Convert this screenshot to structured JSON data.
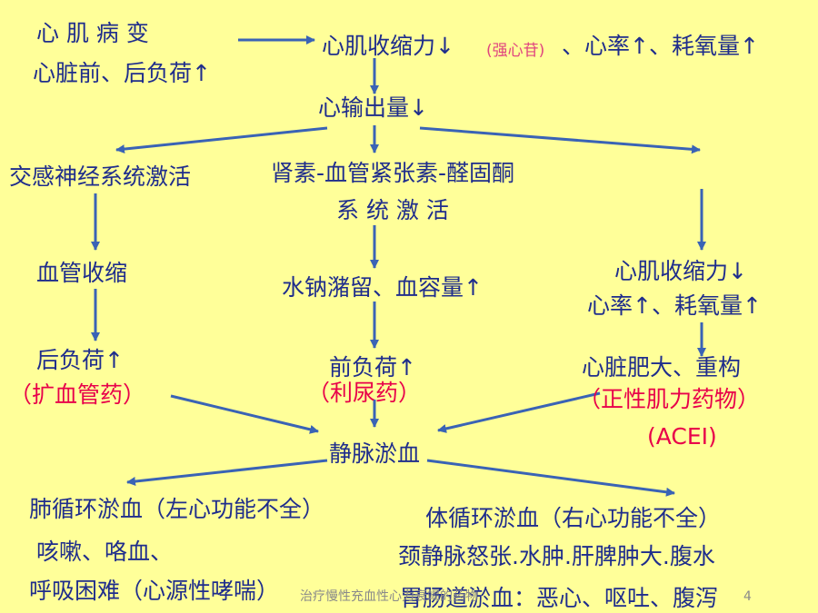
{
  "nodes": {
    "n_cardiomyopathy": "心 肌 病 变",
    "n_preload_afterload": "心脏前、后负荷↑",
    "n_contractility_head": "心肌收缩力↓",
    "n_digoxin": "(强心苷)",
    "n_hr_o2": "、心率↑、耗氧量↑",
    "n_output": "心输出量↓",
    "n_sympathetic": "交感神经系统激活",
    "n_raas_1": "肾素-血管紧张素-醛固酮",
    "n_raas_2": "系 统 激 活",
    "n_vasoconstriction": "血管收缩",
    "n_water_na": "水钠潴留、血容量↑",
    "n_contractility_right": "心肌收缩力↓",
    "n_hr_o2_right": "心率↑、耗氧量↑",
    "n_afterload": "后负荷↑",
    "n_vasodilator": "（扩血管药）",
    "n_preload": "前负荷↑",
    "n_diuretic": "（利尿药）",
    "n_hypertrophy": "心脏肥大、重构",
    "n_inotropic": "（正性肌力药物）",
    "n_acei": "(ACEI)",
    "n_congestion": "静脉淤血",
    "n_pulmonary": "肺循环淤血（左心功能不全）",
    "n_cough": "咳嗽、咯血、",
    "n_dyspnea": "呼吸困难（心源性哮喘）",
    "n_systemic": "体循环淤血（右心功能不全）",
    "n_neck_vein": "颈静脉怒张.水肿.肝脾肿大.腹水",
    "n_gi": "胃肠道淤血：恶心、呕吐、腹泻"
  },
  "footer": {
    "title": "治疗慢性充血性心力衰竭的药物",
    "page": "4"
  },
  "colors": {
    "background": "#FFFF99",
    "text": "#1F2D8C",
    "drug": "#E8004A",
    "arrow": "#3A63B5"
  }
}
